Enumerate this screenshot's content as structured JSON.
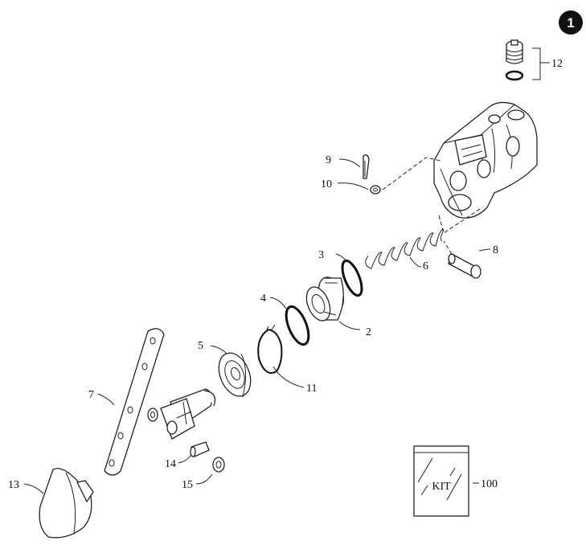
{
  "figure": {
    "badge": "1",
    "kit_label": "KIT"
  },
  "callouts": [
    {
      "id": "c2",
      "text": "2"
    },
    {
      "id": "c3",
      "text": "3"
    },
    {
      "id": "c4",
      "text": "4"
    },
    {
      "id": "c5",
      "text": "5"
    },
    {
      "id": "c6",
      "text": "6"
    },
    {
      "id": "c7",
      "text": "7"
    },
    {
      "id": "c8",
      "text": "8"
    },
    {
      "id": "c9",
      "text": "9"
    },
    {
      "id": "c10",
      "text": "10"
    },
    {
      "id": "c11",
      "text": "11"
    },
    {
      "id": "c12",
      "text": "12"
    },
    {
      "id": "c13",
      "text": "13"
    },
    {
      "id": "c14",
      "text": "14"
    },
    {
      "id": "c15",
      "text": "15"
    },
    {
      "id": "c100",
      "text": "100"
    }
  ]
}
